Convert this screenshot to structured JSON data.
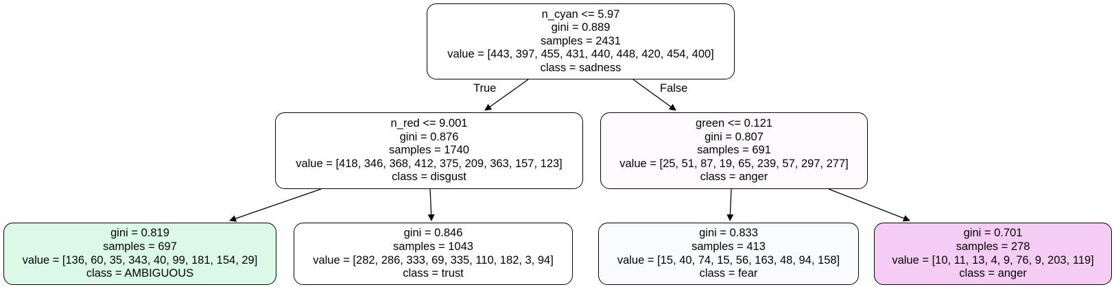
{
  "tree": {
    "root": {
      "split": "n_cyan <= 5.97",
      "gini": "gini = 0.889",
      "samples": "samples = 2431",
      "value": "value = [443, 397, 455, 431, 440, 448, 420, 454, 400]",
      "class": "class = sadness",
      "fill": "#ffffff"
    },
    "left": {
      "split": "n_red <= 9.001",
      "gini": "gini = 0.876",
      "samples": "samples = 1740",
      "value": "value = [418, 346, 368, 412, 375, 209, 363, 157, 123]",
      "class": "class = disgust",
      "fill": "#ffffff"
    },
    "right": {
      "split": "green <= 0.121",
      "gini": "gini = 0.807",
      "samples": "samples = 691",
      "value": "value = [25, 51, 87, 19, 65, 239, 57, 297, 277]",
      "class": "class = anger",
      "fill": "#fefafe"
    },
    "leaf1": {
      "gini": "gini = 0.819",
      "samples": "samples = 697",
      "value": "value = [136, 60, 35, 343, 40, 99, 181, 154, 29]",
      "class": "class = AMBIGUOUS",
      "fill": "#dbf9e7"
    },
    "leaf2": {
      "gini": "gini = 0.846",
      "samples": "samples = 1043",
      "value": "value = [282, 286, 333, 69, 335, 110, 182, 3, 94]",
      "class": "class = trust",
      "fill": "#ffffff"
    },
    "leaf3": {
      "gini": "gini = 0.833",
      "samples": "samples = 413",
      "value": "value = [15, 40, 74, 15, 56, 163, 48, 94, 158]",
      "class": "class = fear",
      "fill": "#f9fbfe"
    },
    "leaf4": {
      "gini": "gini = 0.701",
      "samples": "samples = 278",
      "value": "value = [10, 11, 13, 4, 9, 76, 9, 203, 119]",
      "class": "class = anger",
      "fill": "#f5cdf4"
    },
    "edge_true_label": "True",
    "edge_false_label": "False",
    "edge_color": "#000000"
  }
}
